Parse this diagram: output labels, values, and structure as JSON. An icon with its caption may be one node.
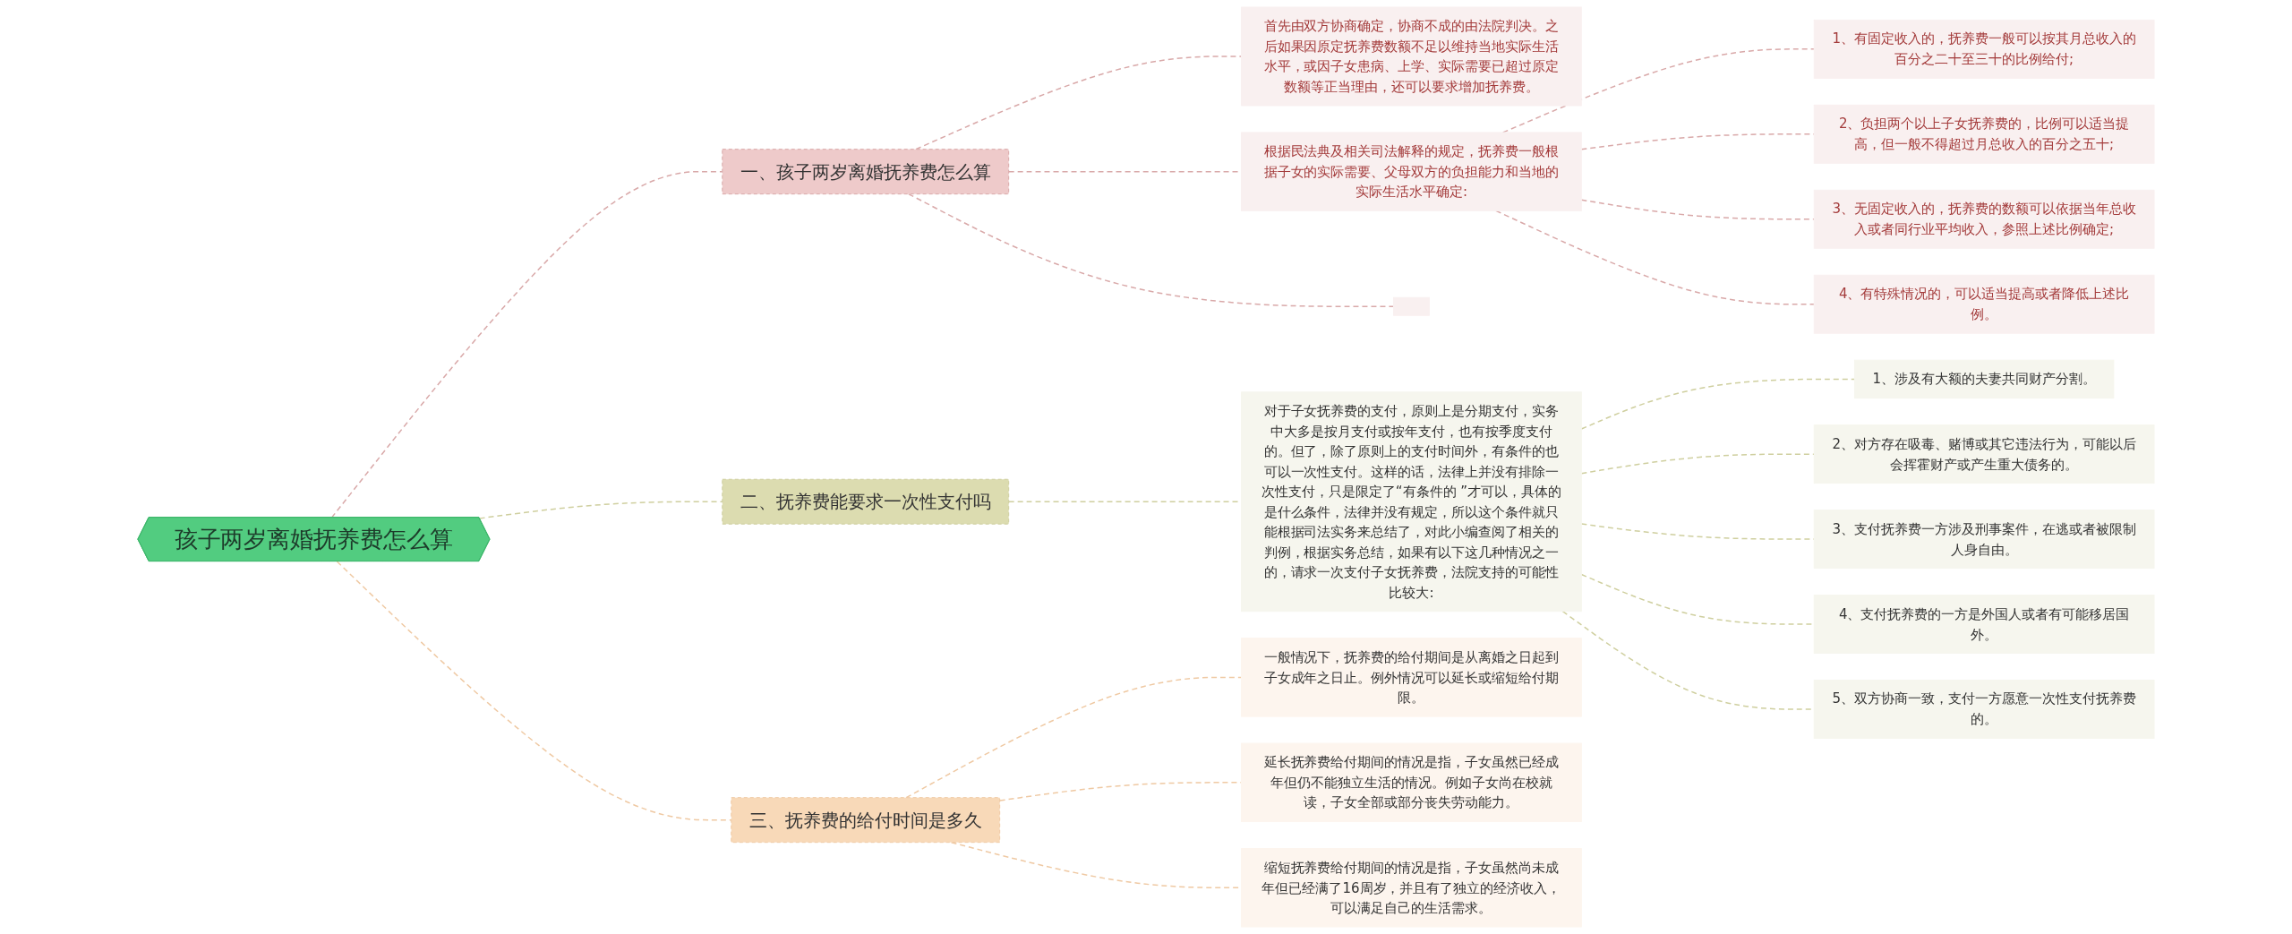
{
  "diagram": {
    "nodes": [
      {
        "text": [
          "孩子两岁离婚抚养费怎么算"
        ]
      },
      {
        "text": [
          "一、孩子两岁离婚抚养费怎么算"
        ]
      },
      {
        "text": [
          "首先由双方协商确定，协商不成的由法院判决。之后如果因原定抚养费数额不足以维持当地实际生活水平，或因子女患病、上学、实际需要已超过原定数额等正当理由，还可以要求增加抚养费。"
        ]
      },
      {
        "text": [
          "根据民法典及相关司法解释的规定，抚养费一般根据子女的实际需要、父母双方的负担能力和当地的实际生活水平确定:"
        ]
      },
      {
        "text": [
          "1、有固定收入的，抚养费一般可以按其月总收入的百分之二十至三十的比例给付;"
        ]
      },
      {
        "text": [
          "2、负担两个以上子女抚养费的，比例可以适当提高，但一般不得超过月总收入的百分之五十;"
        ]
      },
      {
        "text": [
          "3、无固定收入的，抚养费的数额可以依据当年总收入或者同行业平均收入，参照上述比例确定;"
        ]
      },
      {
        "text": [
          "4、有特殊情况的，可以适当提高或者降低上述比例。"
        ]
      },
      {
        "text": [],
        "shape": "box"
      },
      {
        "text": [
          "二、抚养费能要求一次性支付吗"
        ]
      },
      {
        "text": [
          "对于子女抚养费的支付，原则上是分期支付，实务中大多是按月支付或按年支付，也有按季度支付的。但了，除了原则上的支付时间外，有条件的也可以一次性支付。这样的话，法律上并没有排除一次性支付，只是限定了“有条件的 ”才可以，具体的是什么条件，法律并没有规定，所以这个条件就只能根据司法实务来总结了，对此小编查阅了相关的判例，根据实务总结，如果有以下这几种情况之一的，请求一次支付子女抚养费，法院支持的可能性比较大:"
        ]
      },
      {
        "text": [
          "1、涉及有大额的夫妻共同财产分割。"
        ]
      },
      {
        "text": [
          "2、对方存在吸毒、赌博或其它违法行为，可能以后会挥霍财产或产生重大债务的。"
        ]
      },
      {
        "text": [
          "3、支付抚养费一方涉及刑事案件，在逃或者被限制人身自由。"
        ]
      },
      {
        "text": [
          "4、支付抚养费的一方是外国人或者有可能移居国外。"
        ]
      },
      {
        "text": [
          "5、双方协商一致，支付一方愿意一次性支付抚养费的。"
        ]
      },
      {
        "text": [
          "三、抚养费的给付时间是多久"
        ]
      },
      {
        "text": [
          "一般情况下，抚养费的给付期间是从离婚之日起到子女成年之日止。例外情况可以延长或缩短给付期限。"
        ]
      },
      {
        "text": [
          "延长抚养费给付期间的情况是指，子女虽然已经成年但仍不能独立生活的情况。例如子女尚在校就读，子女全部或部分丧失劳动能力。"
        ]
      },
      {
        "text": [
          "缩短抚养费给付期间的情况是指，子女虽然尚未成年但已经满了16周岁，并且有了独立的经济收入，可以满足自己的生活需求。"
        ]
      }
    ],
    "edges": [
      {
        "from": 0,
        "to": 1,
        "arrow": "none",
        "style": "dashed",
        "color": "#d9a9a9"
      },
      {
        "from": 1,
        "to": 2,
        "arrow": "none",
        "style": "dashed",
        "color": "#d9a9a9"
      },
      {
        "from": 1,
        "to": 3,
        "arrow": "none",
        "style": "dashed",
        "color": "#d9a9a9"
      },
      {
        "from": 3,
        "to": 4,
        "arrow": "none",
        "style": "dashed",
        "color": "#d9a9a9"
      },
      {
        "from": 3,
        "to": 5,
        "arrow": "none",
        "style": "dashed",
        "color": "#d9a9a9"
      },
      {
        "from": 3,
        "to": 6,
        "arrow": "none",
        "style": "dashed",
        "color": "#d9a9a9"
      },
      {
        "from": 3,
        "to": 7,
        "arrow": "none",
        "style": "dashed",
        "color": "#d9a9a9"
      },
      {
        "from": 1,
        "to": 8,
        "arrow": "none",
        "style": "dashed",
        "color": "#d9a9a9"
      },
      {
        "from": 0,
        "to": 9,
        "arrow": "none",
        "style": "dashed",
        "color": "#cfcf9f"
      },
      {
        "from": 9,
        "to": 10,
        "arrow": "none",
        "style": "dashed",
        "color": "#cfcf9f"
      },
      {
        "from": 10,
        "to": 11,
        "arrow": "none",
        "style": "dashed",
        "color": "#cfcf9f"
      },
      {
        "from": 10,
        "to": 12,
        "arrow": "none",
        "style": "dashed",
        "color": "#cfcf9f"
      },
      {
        "from": 10,
        "to": 13,
        "arrow": "none",
        "style": "dashed",
        "color": "#cfcf9f"
      },
      {
        "from": 10,
        "to": 14,
        "arrow": "none",
        "style": "dashed",
        "color": "#cfcf9f"
      },
      {
        "from": 10,
        "to": 15,
        "arrow": "none",
        "style": "dashed",
        "color": "#cfcf9f"
      },
      {
        "from": 0,
        "to": 16,
        "arrow": "none",
        "style": "dashed",
        "color": "#efc9a3"
      },
      {
        "from": 16,
        "to": 17,
        "arrow": "none",
        "style": "dashed",
        "color": "#efc9a3"
      },
      {
        "from": 16,
        "to": 18,
        "arrow": "none",
        "style": "dashed",
        "color": "#efc9a3"
      },
      {
        "from": 16,
        "to": 19,
        "arrow": "none",
        "style": "dashed",
        "color": "#efc9a3"
      }
    ]
  }
}
